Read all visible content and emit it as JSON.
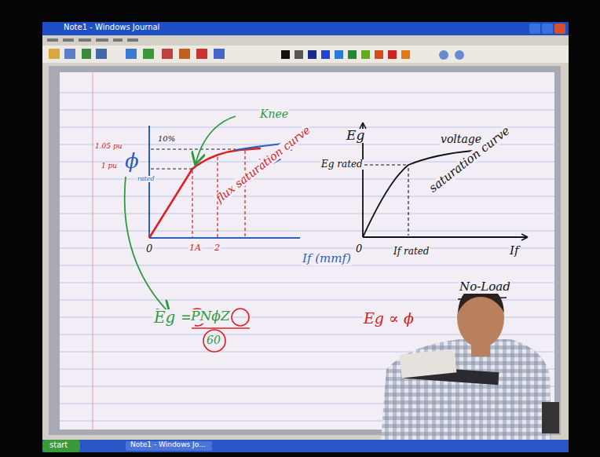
{
  "diagram": {
    "labels": [
      "Note1 - Windows Journal",
      "Knee",
      "1.05 pu",
      "1 pu",
      "ϕ",
      "rated",
      "10%",
      "2",
      "flux saturation curve",
      "0",
      "1A",
      "2",
      "If (mmf)",
      "Eg",
      "voltage",
      "Eg rated",
      "saturation curve",
      "0",
      "If rated",
      "If",
      "No-Load",
      "Eg =",
      "PNϕZ",
      "60",
      "Eg ∝ ϕ",
      "start",
      "Note1 - Windows Jo..."
    ]
  }
}
